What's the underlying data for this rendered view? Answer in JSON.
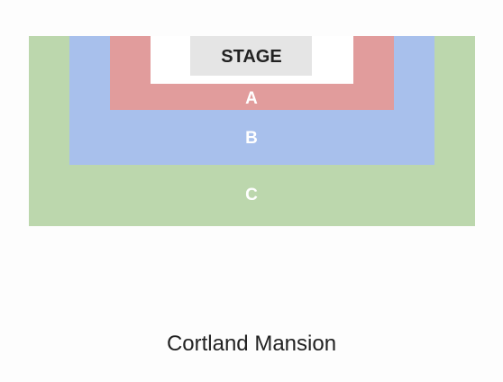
{
  "map": {
    "stage_label": "STAGE",
    "sections": [
      {
        "label": "A",
        "color": "#e19c9c"
      },
      {
        "label": "B",
        "color": "#a8c0ec"
      },
      {
        "label": "C",
        "color": "#bcd7ad"
      }
    ],
    "stage_color": "#e5e5e5",
    "background_color": "#ffffff"
  },
  "venue": {
    "name": "Cortland Mansion"
  }
}
